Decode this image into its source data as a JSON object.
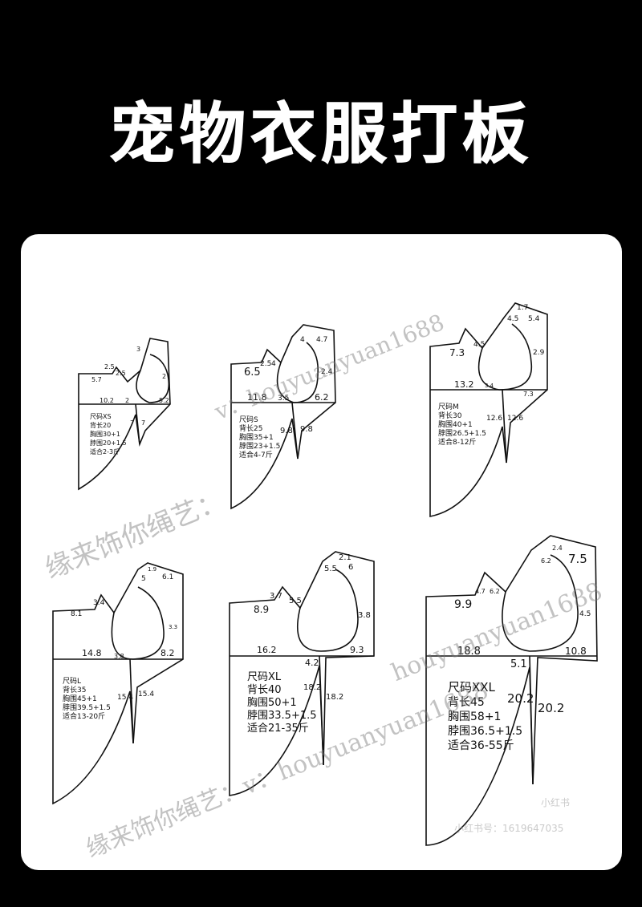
{
  "title": "宠物衣服打板",
  "watermark": {
    "line_a": "缘来饰你绳艺：",
    "line_b": "v：houyuanyuan1688",
    "line_c": "缘来饰你绳艺：v：houyuanyuan1688",
    "line_d": "houyuanyuan1688"
  },
  "corner_brand": "小红书",
  "corner_id": "小红书号：1619647035",
  "patterns": [
    {
      "size_label": "尺码XS",
      "specs": [
        "背长20",
        "胸围30+1",
        "脖围20+1.5",
        "适合2-3斤"
      ],
      "dims": [
        "2.5",
        "2.5",
        "3",
        "5.7",
        "10.2",
        "2",
        "5.2",
        "2",
        "7",
        "7"
      ]
    },
    {
      "size_label": "尺码S",
      "specs": [
        "背长25",
        "胸围35+1",
        "脖围23+1.5",
        "适合4-7斤"
      ],
      "dims": [
        "6.5",
        "2.5",
        "4",
        "4",
        "4.7",
        "2.4",
        "11.8",
        "3.5",
        "6.2",
        "9.8",
        "9.8"
      ]
    },
    {
      "size_label": "尺码M",
      "specs": [
        "背长30",
        "胸围40+1",
        "脖围26.5+1.5",
        "适合8-12斤"
      ],
      "dims": [
        "7.3",
        "4.5",
        "4.5",
        "1.7",
        "5.4",
        "2.9",
        "13.2",
        "3.4",
        "7.3",
        "12.6",
        "12.6"
      ]
    },
    {
      "size_label": "尺码L",
      "specs": [
        "背长35",
        "胸围45+1",
        "脖围39.5+1.5",
        "适合13-20斤"
      ],
      "dims": [
        "8.1",
        "3.4",
        "5",
        "1.9",
        "6.1",
        "3.3",
        "14.8",
        "3.8",
        "8.2",
        "15.4",
        "15.4"
      ]
    },
    {
      "size_label": "尺码XL",
      "specs": [
        "背长40",
        "胸围50+1",
        "脖围33.5+1.5",
        "适合21-35斤"
      ],
      "dims": [
        "8.9",
        "3.7",
        "5.5",
        "5.5",
        "2.1",
        "6",
        "3.8",
        "16.2",
        "4.2",
        "9.3",
        "18.2",
        "18.2"
      ]
    },
    {
      "size_label": "尺码XXL",
      "specs": [
        "背长45",
        "胸围58+1",
        "脖围36.5+1.5",
        "适合36-55斤"
      ],
      "dims": [
        "9.9",
        "4.7",
        "6.2",
        "6.2",
        "2.4",
        "7.5",
        "4.5",
        "18.8",
        "5.1",
        "10.8",
        "20.2",
        "20.2"
      ]
    }
  ]
}
